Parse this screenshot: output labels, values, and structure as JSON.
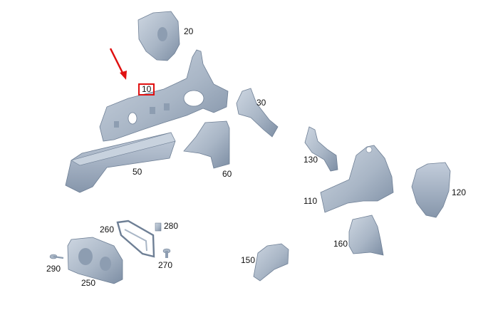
{
  "colors": {
    "part_fill": "#a9b6c6",
    "part_dark": "#7d8ea4",
    "part_light": "#cdd6e1",
    "highlight": "#e01010",
    "label": "#111111"
  },
  "highlighted_part": "10",
  "parts": [
    {
      "id": "p10",
      "label": "10"
    },
    {
      "id": "p20",
      "label": "20"
    },
    {
      "id": "p30",
      "label": "30"
    },
    {
      "id": "p50",
      "label": "50"
    },
    {
      "id": "p60",
      "label": "60"
    },
    {
      "id": "p110",
      "label": "110"
    },
    {
      "id": "p120",
      "label": "120"
    },
    {
      "id": "p130",
      "label": "130"
    },
    {
      "id": "p150",
      "label": "150"
    },
    {
      "id": "p160",
      "label": "160"
    },
    {
      "id": "p250",
      "label": "250"
    },
    {
      "id": "p260",
      "label": "260"
    },
    {
      "id": "p270",
      "label": "270"
    },
    {
      "id": "p280",
      "label": "280"
    },
    {
      "id": "p290",
      "label": "290"
    }
  ]
}
